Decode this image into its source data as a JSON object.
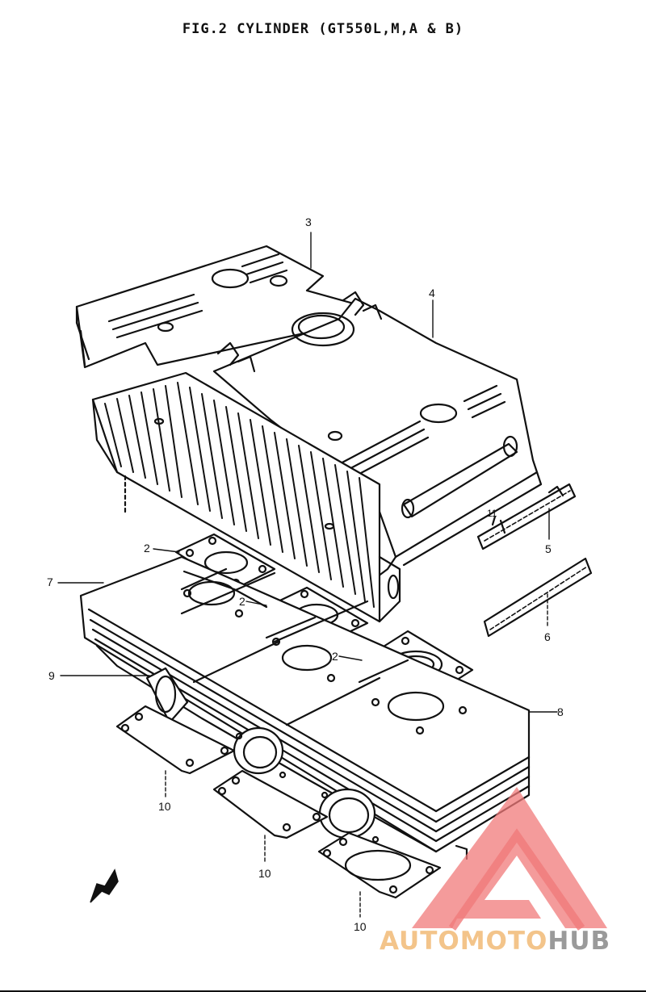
{
  "figure": {
    "title": "FIG.2  CYLINDER (GT550L,M,A & B)"
  },
  "callouts": {
    "c2a": "2",
    "c2b": "2",
    "c2c": "2",
    "c3": "3",
    "c4": "4",
    "c5": "5",
    "c6": "6",
    "c7": "7",
    "c8": "8",
    "c9": "9",
    "c10a": "10",
    "c10b": "10",
    "c10c": "10",
    "c11": "11"
  },
  "watermark": {
    "part1": "AUTOMOTO",
    "part2": "HUB",
    "accent_color": "#f3c48a",
    "grey_color": "#9a9a9a",
    "logo_color": "#f07a7a"
  },
  "icons": {
    "direction": "arrow-icon",
    "logo": "automotohub-logo-icon"
  }
}
